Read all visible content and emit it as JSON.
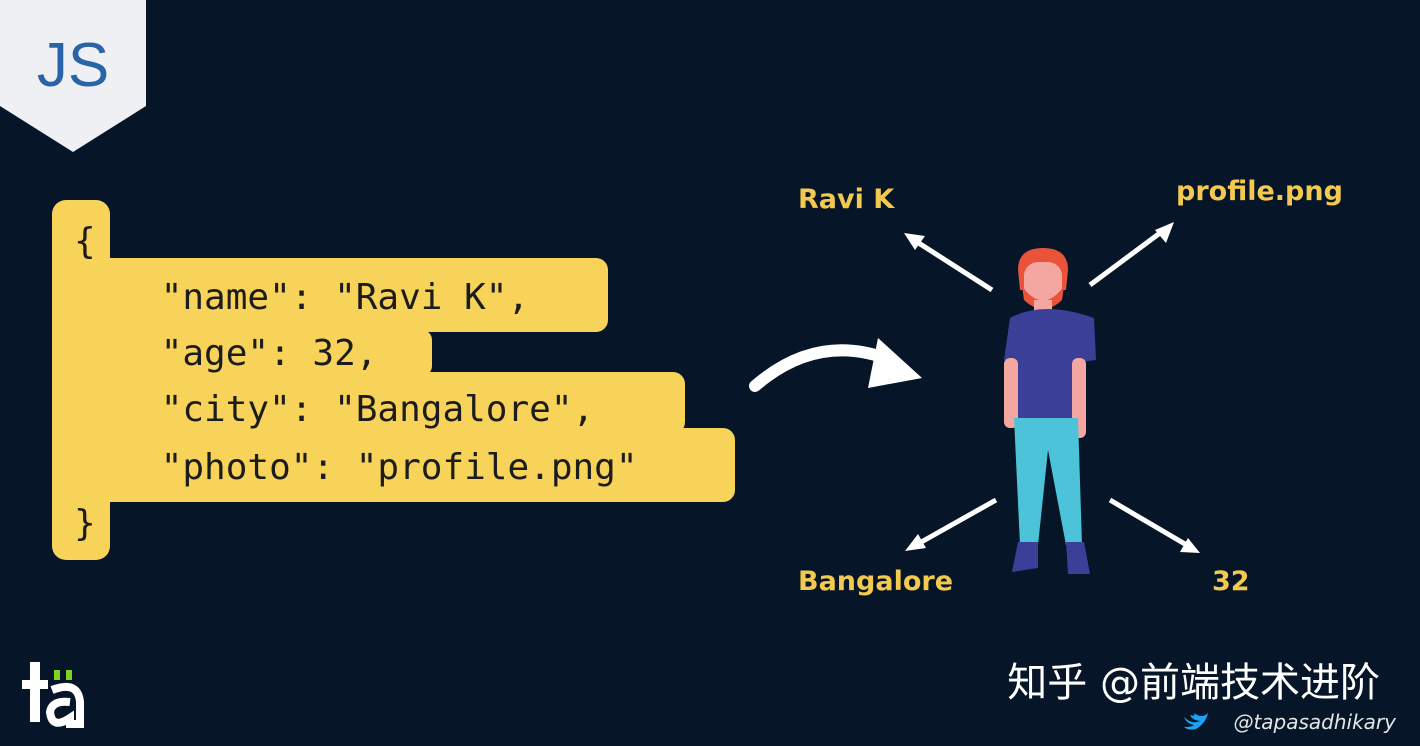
{
  "badge": {
    "label": "JS"
  },
  "code": {
    "lines": [
      "{",
      "    \"name\": \"Ravi K\",",
      "    \"age\": 32,",
      "    \"city\": \"Bangalore\",",
      "    \"photo\": \"profile.png\"",
      "}"
    ]
  },
  "diagram": {
    "labels": {
      "name": "Ravi K",
      "photo": "profile.png",
      "city": "Bangalore",
      "age": "32"
    }
  },
  "footer": {
    "logo": "ta",
    "watermark": "知乎 @前端技术进阶",
    "twitter_handle": "@tapasadhikary"
  },
  "colors": {
    "background": "#061628",
    "code_block": "#f7d35a",
    "label": "#f3c94f",
    "badge_text": "#2a64a8"
  }
}
